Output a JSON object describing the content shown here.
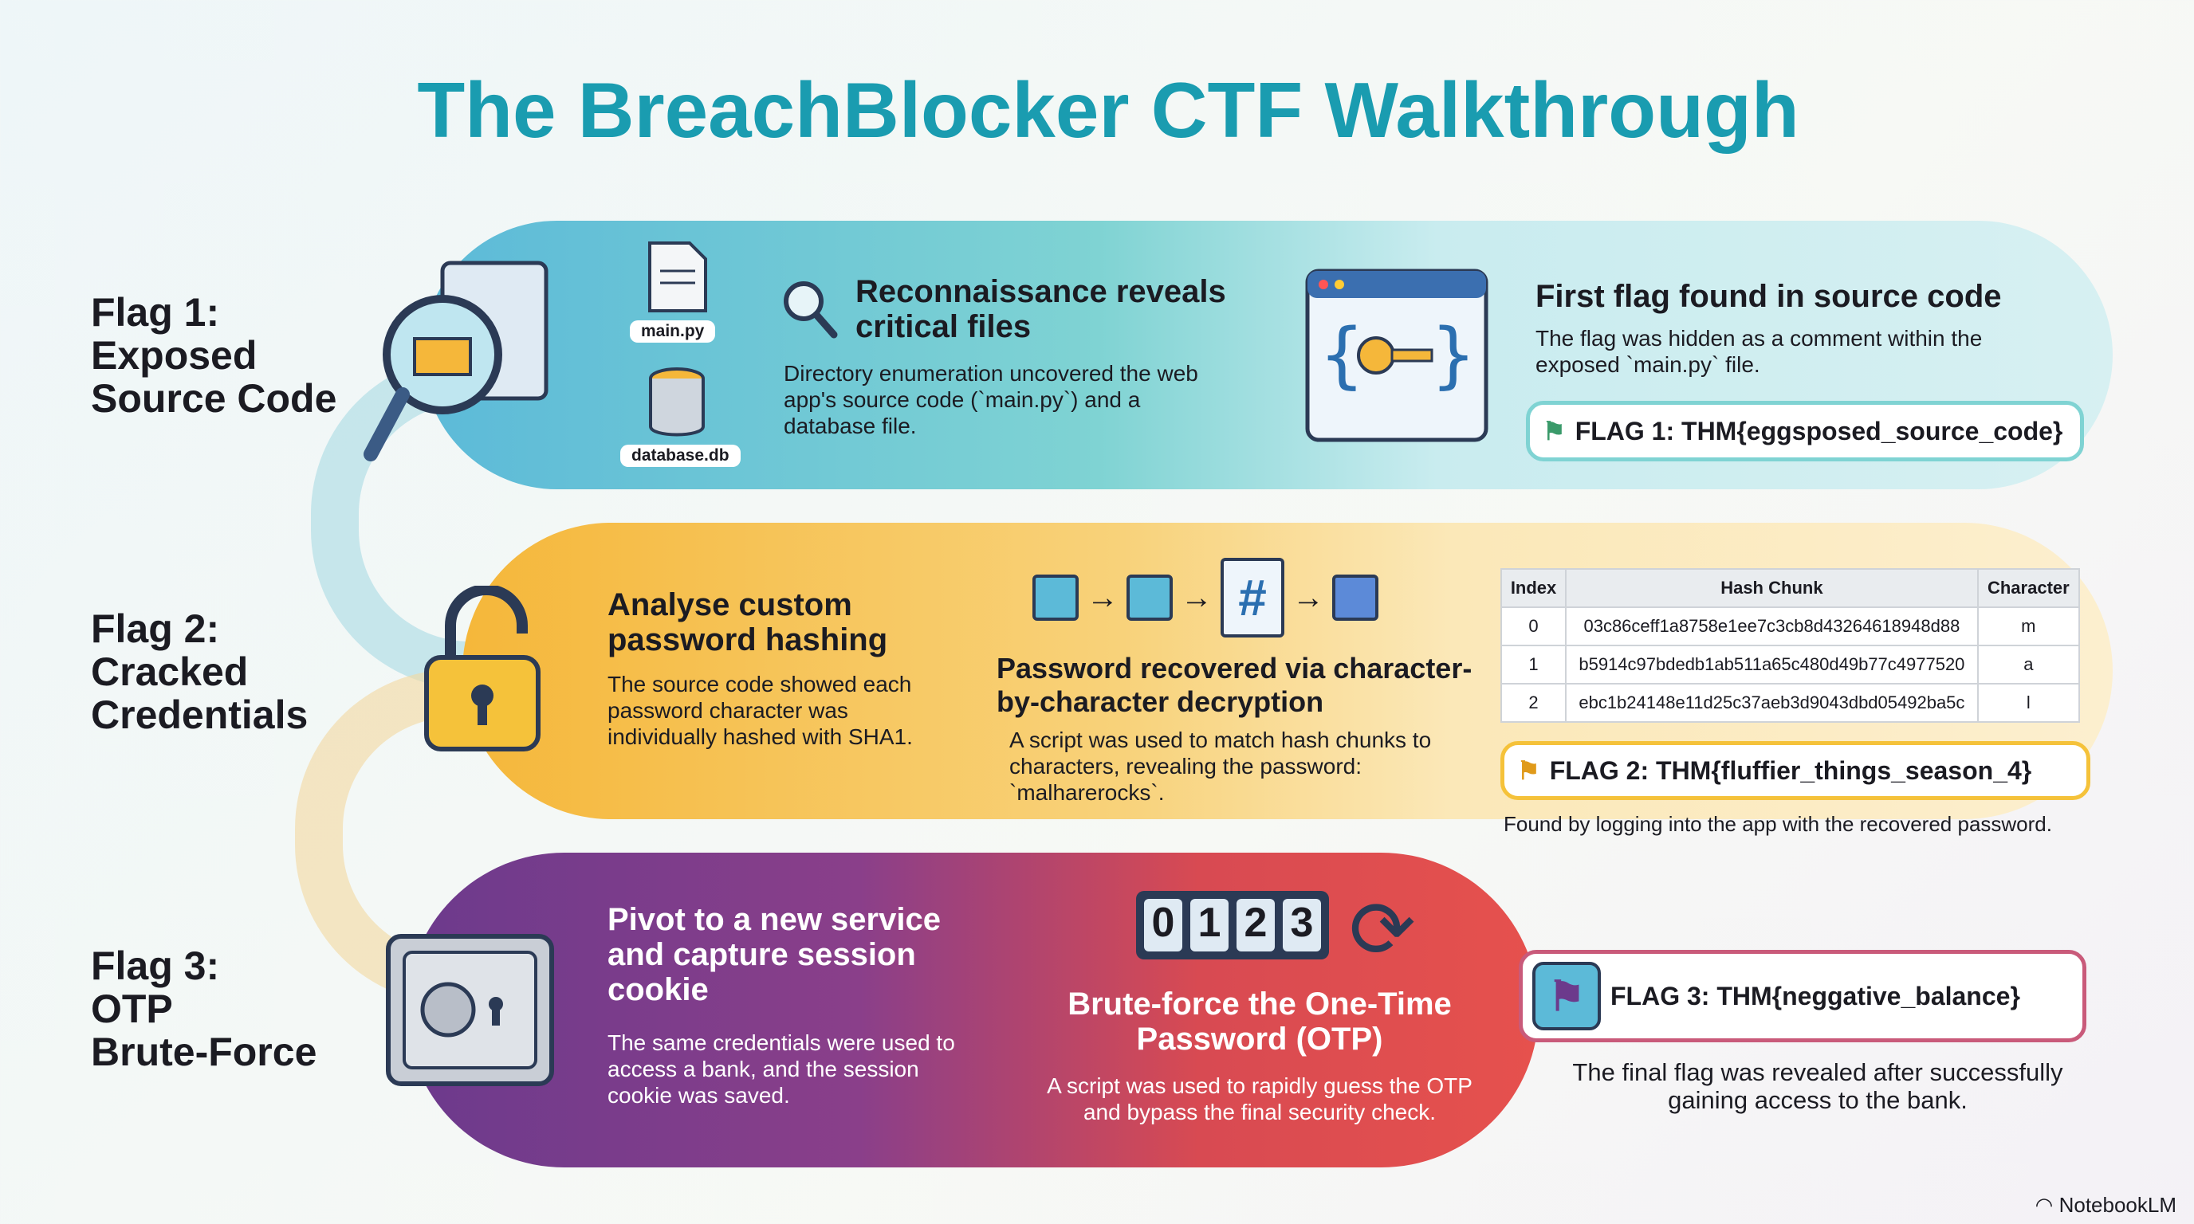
{
  "title": "The BreachBlocker CTF Walkthrough",
  "flags": [
    {
      "label_line1": "Flag 1:",
      "label_line2": "Exposed",
      "label_line3": "Source Code"
    },
    {
      "label_line1": "Flag 2:",
      "label_line2": "Cracked",
      "label_line3": "Credentials"
    },
    {
      "label_line1": "Flag 3:",
      "label_line2": "OTP",
      "label_line3": "Brute-Force"
    }
  ],
  "step1": {
    "file1": "main.py",
    "file2": "database.db",
    "heading": "Reconnaissance reveals critical files",
    "body": "Directory enumeration uncovered the web app's source code (`main.py`) and a database file.",
    "result_heading": "First flag found in source code",
    "result_body": "The flag was hidden as a comment within the exposed `main.py` file.",
    "flag": "FLAG 1: THM{eggsposed_source_code}"
  },
  "step2": {
    "heading": "Analyse custom password hashing",
    "body": "The source code showed each password character was individually hashed with SHA1.",
    "result_heading": "Password recovered via character-by-character decryption",
    "result_body": "A script was used to match hash chunks to characters, revealing the password: `malharerocks`.",
    "hash_symbol": "#",
    "table": {
      "headers": [
        "Index",
        "Hash Chunk",
        "Character"
      ],
      "rows": [
        [
          "0",
          "03c86ceff1a8758e1ee7c3cb8d43264618948d88",
          "m"
        ],
        [
          "1",
          "b5914c97bdedb1ab511a65c480d49b77c4977520",
          "a"
        ],
        [
          "2",
          "ebc1b24148e11d25c37aeb3d9043dbd05492ba5c",
          "l"
        ]
      ]
    },
    "flag": "FLAG 2: THM{fluffier_things_season_4}",
    "flag_note": "Found by logging into the app with the recovered password."
  },
  "step3": {
    "heading": "Pivot to a new service and capture session cookie",
    "body": "The same credentials were used to access a bank, and the session cookie was saved.",
    "otp_digits": [
      "0",
      "1",
      "2",
      "3"
    ],
    "result_heading": "Brute-force the One-Time Password (OTP)",
    "result_body": "A script was used to rapidly guess the OTP and bypass the final security check.",
    "flag": "FLAG 3: THM{neggative_balance}",
    "flag_note": "The final flag was revealed after successfully gaining access to the bank."
  },
  "branding": "NotebookLM"
}
